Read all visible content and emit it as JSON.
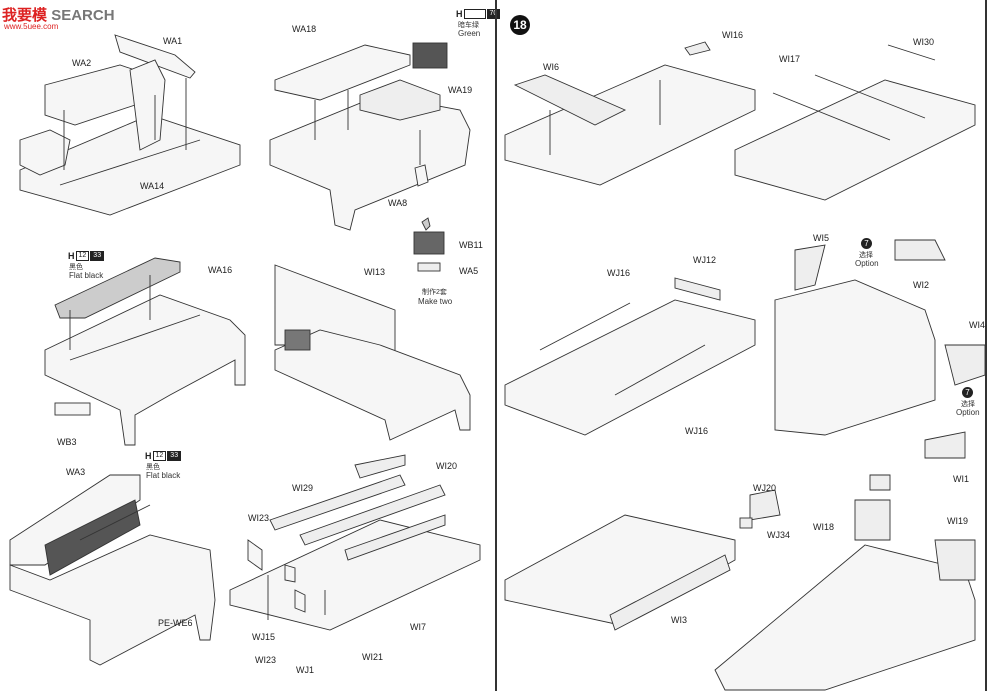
{
  "watermark": {
    "brand_a": "我要模",
    "brand_b": "SEARCH",
    "site": "www.5uee.com"
  },
  "step": {
    "number": "18"
  },
  "left_labels": {
    "wa1": "WA1",
    "wa2": "WA2",
    "wa14": "WA14",
    "wa18": "WA18",
    "wa19": "WA19",
    "wa8": "WA8",
    "wb11": "WB11",
    "wa5": "WA5",
    "wa16": "WA16",
    "wb3": "WB3",
    "wi13": "WI13",
    "wa3": "WA3",
    "pewe6": "PE-WE6",
    "wi29": "WI29",
    "wi20": "WI20",
    "wi23a": "WI23",
    "wj15": "WJ15",
    "wi23b": "WI23",
    "wj1": "WJ1",
    "wi21": "WI21",
    "wi7": "WI7"
  },
  "paint_green": {
    "h": "H",
    "code": "70",
    "cn": "暗车绿",
    "en": "Green"
  },
  "paint_black_a": {
    "h": "H",
    "code1": "12",
    "code2": "33",
    "cn": "黑色",
    "en": "Flat black"
  },
  "paint_black_b": {
    "h": "H",
    "code1": "12",
    "code2": "33",
    "cn": "黑色",
    "en": "Flat black"
  },
  "make_two": {
    "cn": "制作2套",
    "en": "Make two"
  },
  "right_labels": {
    "wi6": "WI6",
    "wi16": "WI16",
    "wi17": "WI17",
    "wi30": "WI30",
    "wj16a": "WJ16",
    "wj12": "WJ12",
    "wj16b": "WJ16",
    "wi5": "WI5",
    "wi2": "WI2",
    "wi4": "WI4",
    "wi1": "WI1",
    "wj20": "WJ20",
    "wj34": "WJ34",
    "wi3": "WI3",
    "wi18": "WI18",
    "wi19": "WI19"
  },
  "option_a": {
    "num": "7",
    "cn": "选择",
    "en": "Option"
  },
  "option_b": {
    "num": "7",
    "cn": "选择",
    "en": "Option"
  },
  "colors": {
    "line": "#333333",
    "fill": "#f6f6f6",
    "dark_part": "#555555",
    "step_circle": "#111111"
  }
}
